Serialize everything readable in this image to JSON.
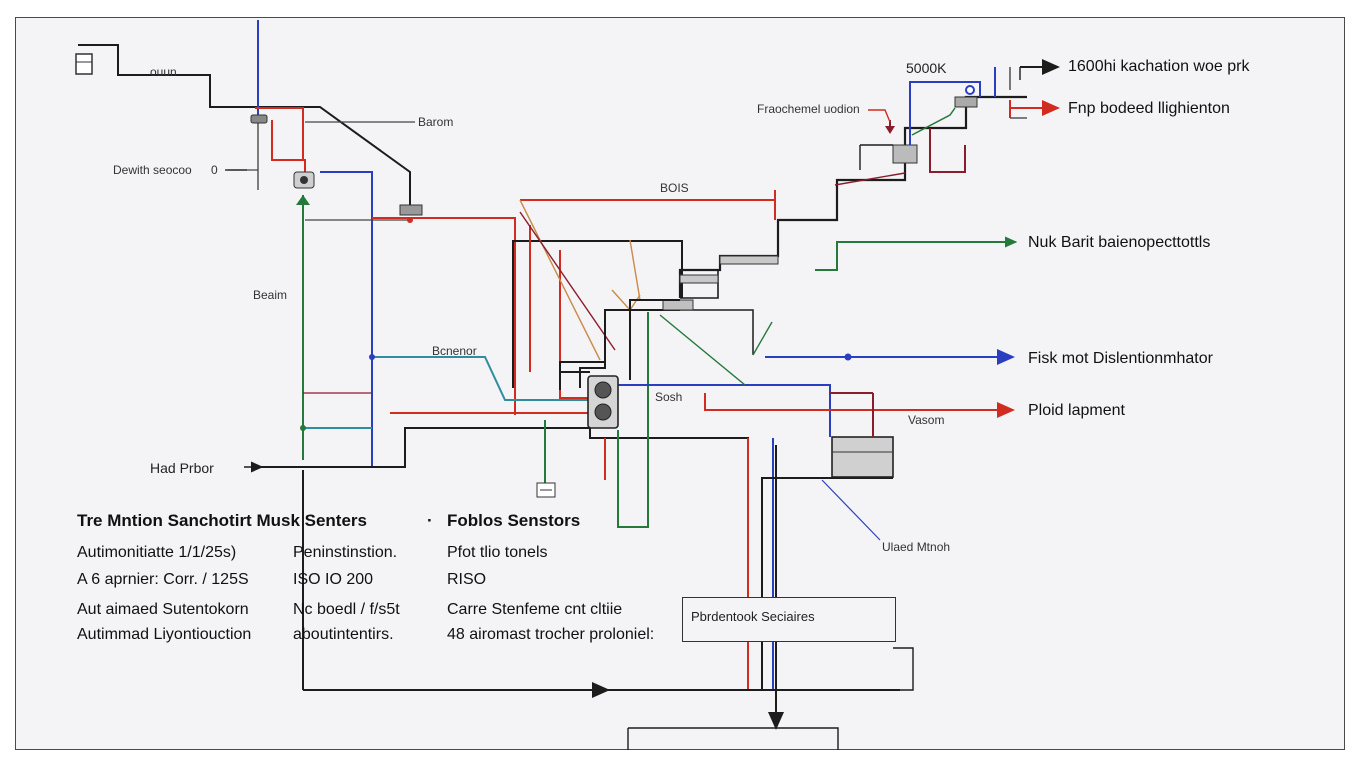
{
  "diagram": {
    "labels": {
      "top_left_tag": "ouun",
      "barrom": "Barom",
      "dewitch_sensor": "Dewith seocoo",
      "dewitch_value": "0",
      "beaim": "Beaim",
      "hand_probe": "Had Prbor",
      "top_right_value": "5000K",
      "processor_label": "Fraochemel uodion",
      "bois": "BOIS",
      "bcn": "Bcnenor",
      "sosh": "Sosh",
      "vasom": "Vasom",
      "lineal_match": "Ulaed Mtnoh"
    },
    "callouts": [
      "1600hi kachation woe prk",
      "Fnp bodeed llighienton",
      "Nuk Barit baienopecttottls",
      "Fisk mot Dislentionmhator",
      "Ploid lapment"
    ],
    "bottom_box_label": "Pbrdentook Seciaires"
  },
  "specs": {
    "title_left": "Tre Mntion Sanchotirt Musk Senters",
    "title_sep": "·",
    "title_right": "Foblos Senstors",
    "col1": [
      "Autimonitiatte 1/1/25s)",
      "A 6 aprnier: Corr. / 125S",
      "Aut aimaed Sutentokorn",
      "Autimmad Liyontiouction"
    ],
    "col2": [
      "Peninstinstion.",
      "ISO IO 200",
      "Nc boedl / f/s5t",
      "aboutintentirs."
    ],
    "col3": [
      "Pfot tlio tonels",
      "RISO",
      "Carre Stenfeme cnt cltiie",
      "48 airomast trocher proloniel:"
    ]
  },
  "colors": {
    "wire_black": "#1c1c1c",
    "wire_red": "#d22b1f",
    "wire_blue": "#2a3fbf",
    "wire_green": "#237a3a",
    "wire_teal": "#2e8e9e",
    "wire_orange": "#c98a4a",
    "wire_maroon": "#8a1c2c"
  }
}
